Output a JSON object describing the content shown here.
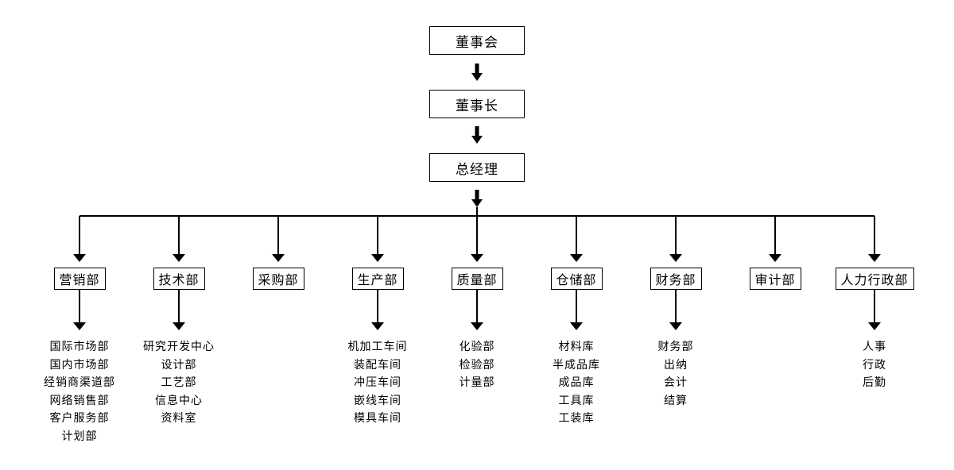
{
  "top": {
    "board": "董事会",
    "chairman": "董事长",
    "general_manager": "总经理"
  },
  "departments": [
    {
      "name": "营销部",
      "subs": [
        "国际市场部",
        "国内市场部",
        "经销商渠道部",
        "网络销售部",
        "客户服务部",
        "计划部"
      ]
    },
    {
      "name": "技术部",
      "subs": [
        "研究开发中心",
        "设计部",
        "工艺部",
        "信息中心",
        "资料室"
      ]
    },
    {
      "name": "采购部",
      "subs": []
    },
    {
      "name": "生产部",
      "subs": [
        "机加工车间",
        "装配车间",
        "冲压车间",
        "嵌线车间",
        "模具车间"
      ]
    },
    {
      "name": "质量部",
      "subs": [
        "化验部",
        "检验部",
        "计量部"
      ]
    },
    {
      "name": "仓储部",
      "subs": [
        "材料库",
        "半成品库",
        "成品库",
        "工具库",
        "工装库"
      ]
    },
    {
      "name": "财务部",
      "subs": [
        "财务部",
        "出纳",
        "会计",
        "结算"
      ]
    },
    {
      "name": "审计部",
      "subs": []
    },
    {
      "name": "人力行政部",
      "subs": [
        "人事",
        "行政",
        "后勤"
      ]
    }
  ]
}
